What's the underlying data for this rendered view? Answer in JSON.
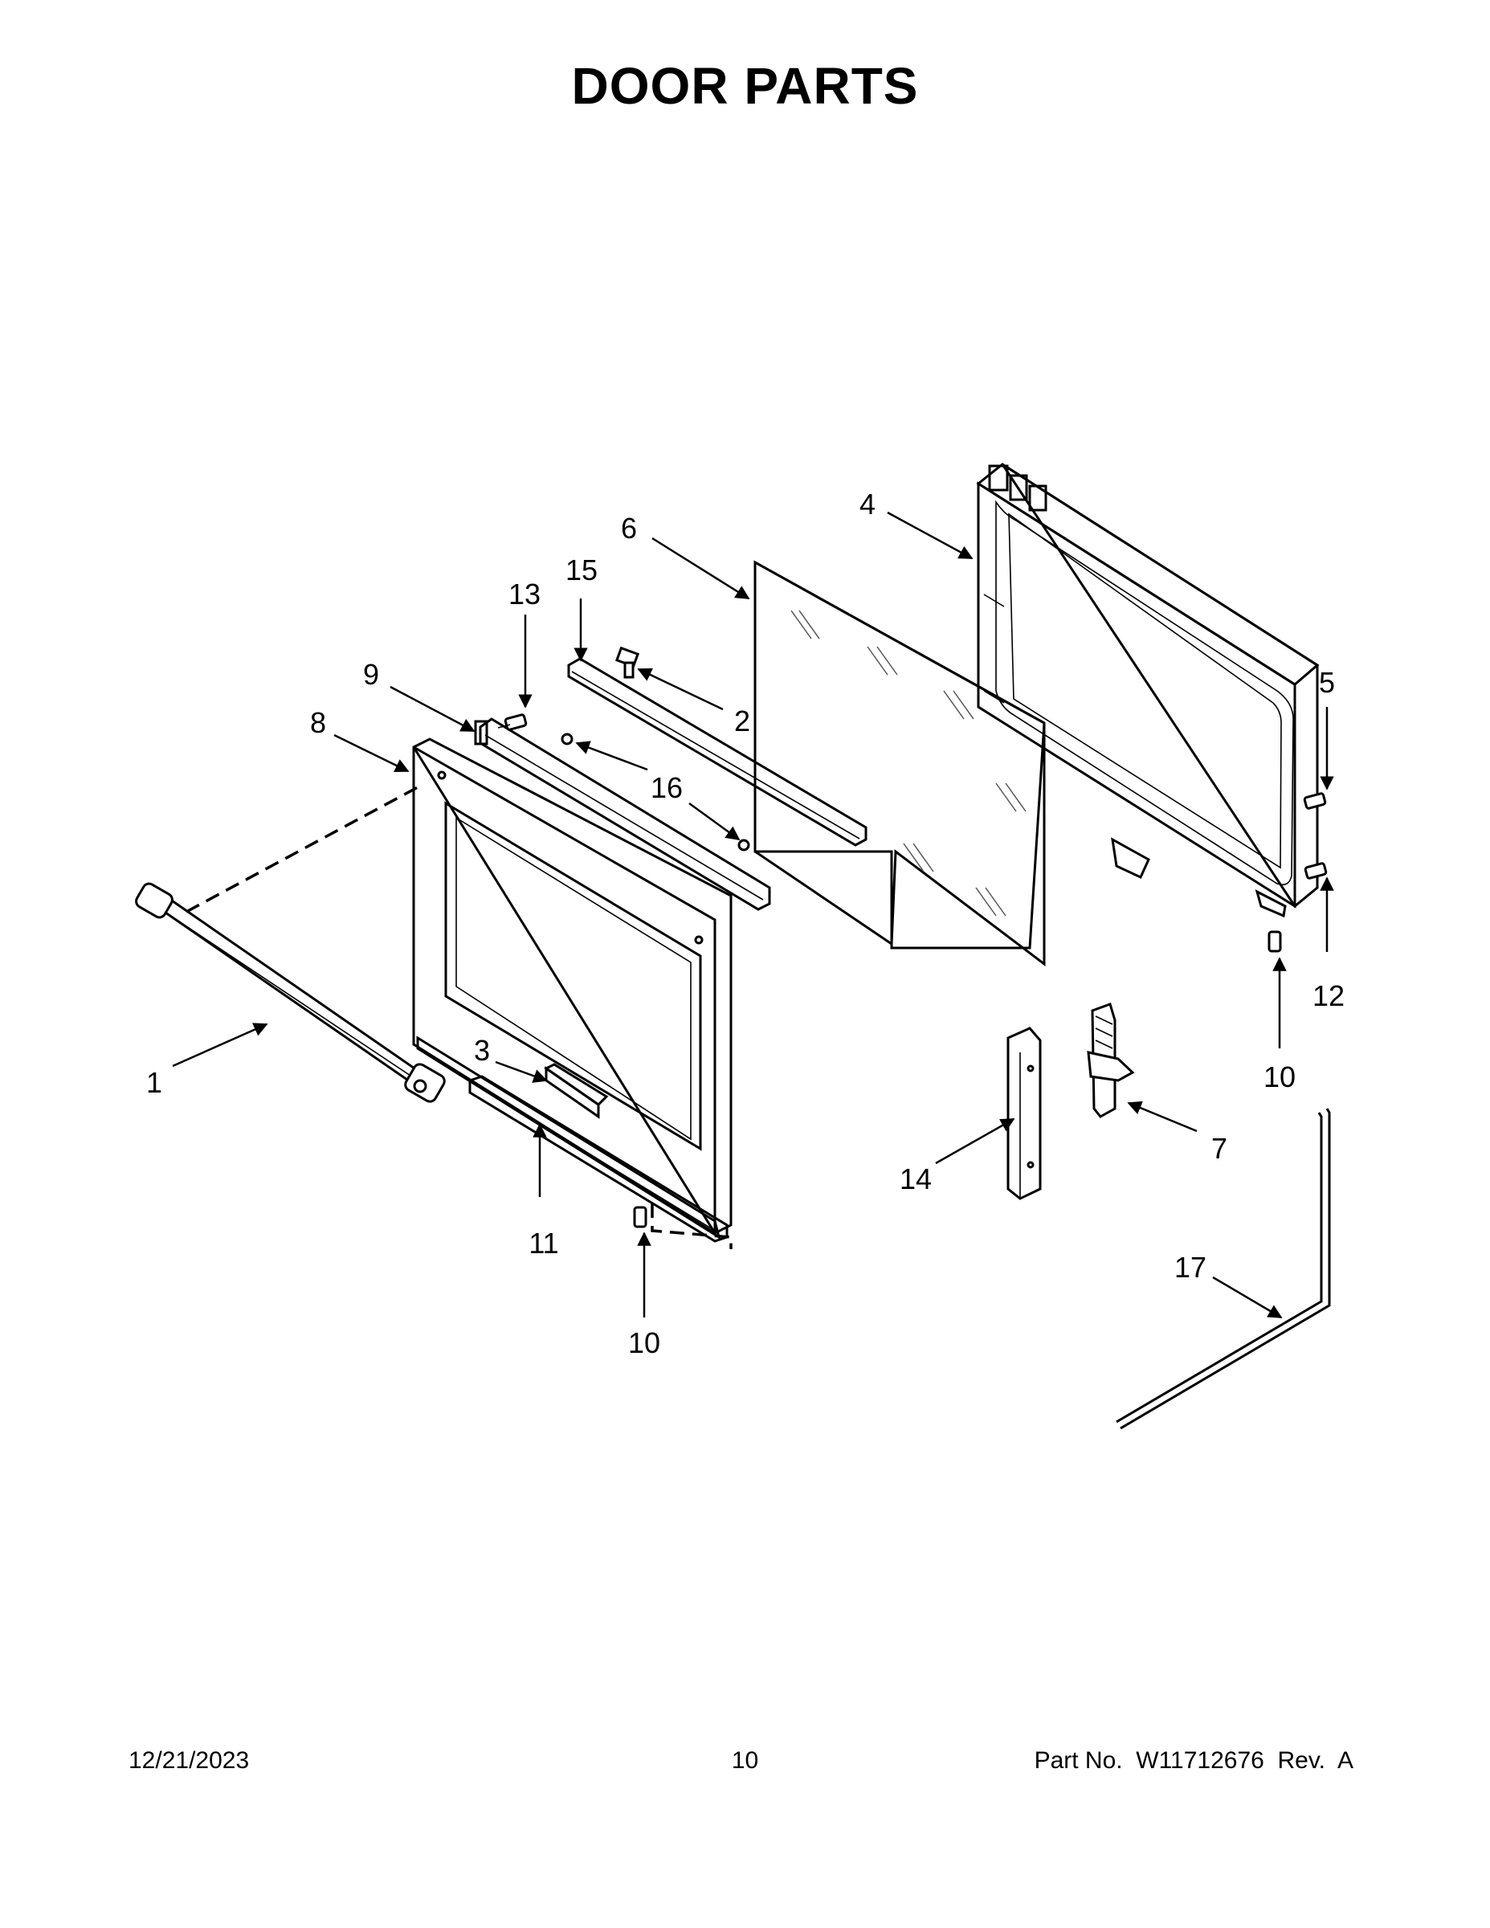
{
  "title": "DOOR PARTS",
  "footer": {
    "date": "12/21/2023",
    "page_number": "10",
    "part_info": "Part No.  W11712676  Rev.  A"
  },
  "callouts": [
    "1",
    "2",
    "3",
    "4",
    "5",
    "6",
    "7",
    "8",
    "9",
    "10",
    "10",
    "11",
    "12",
    "13",
    "14",
    "15",
    "16",
    "17"
  ]
}
